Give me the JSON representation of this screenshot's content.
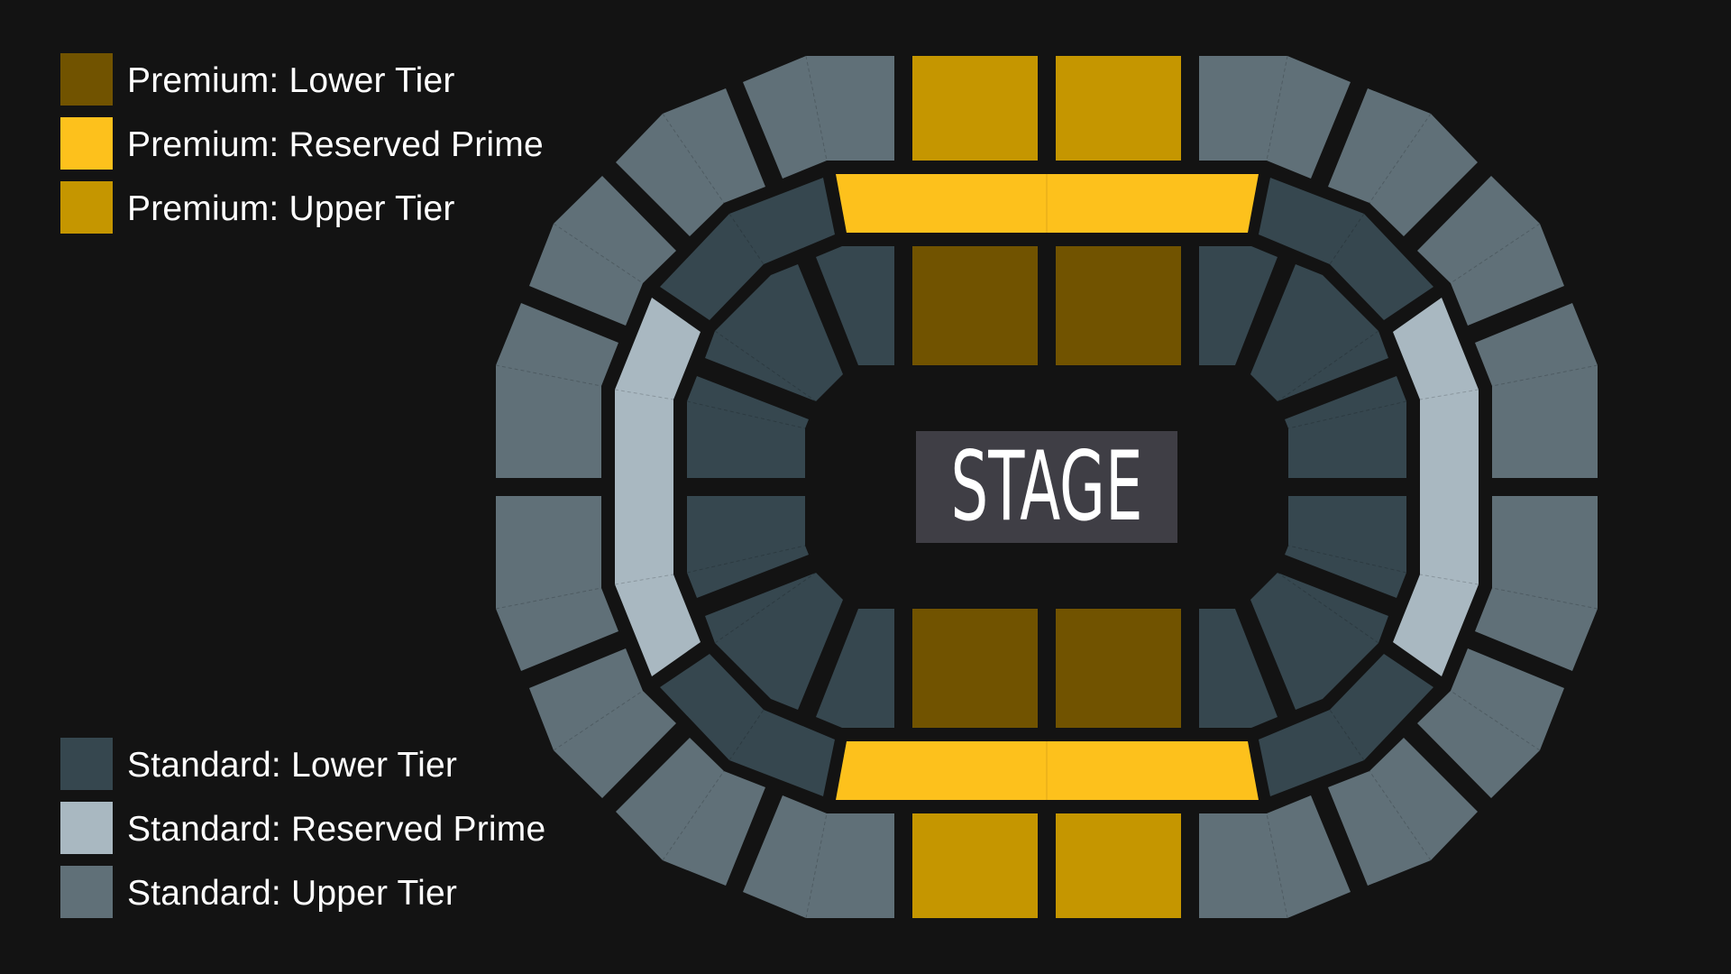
{
  "legend": {
    "premium": [
      {
        "label": "Premium: Lower Tier",
        "color": "#715300"
      },
      {
        "label": "Premium: Reserved Prime",
        "color": "#fdc11c"
      },
      {
        "label": "Premium: Upper Tier",
        "color": "#c59600"
      }
    ],
    "standard": [
      {
        "label": "Standard: Lower Tier",
        "color": "#36474f"
      },
      {
        "label": "Standard: Reserved Prime",
        "color": "#a9b8c1"
      },
      {
        "label": "Standard: Upper Tier",
        "color": "#607078"
      }
    ]
  },
  "stage": {
    "label": "STAGE",
    "color": "#3f3e45"
  },
  "colors": {
    "background": "#131313",
    "premium_lower": "#715300",
    "premium_reserved": "#fdc11c",
    "premium_upper": "#c59600",
    "standard_lower": "#36474f",
    "standard_reserved": "#a9b8c1",
    "standard_upper": "#607078"
  }
}
